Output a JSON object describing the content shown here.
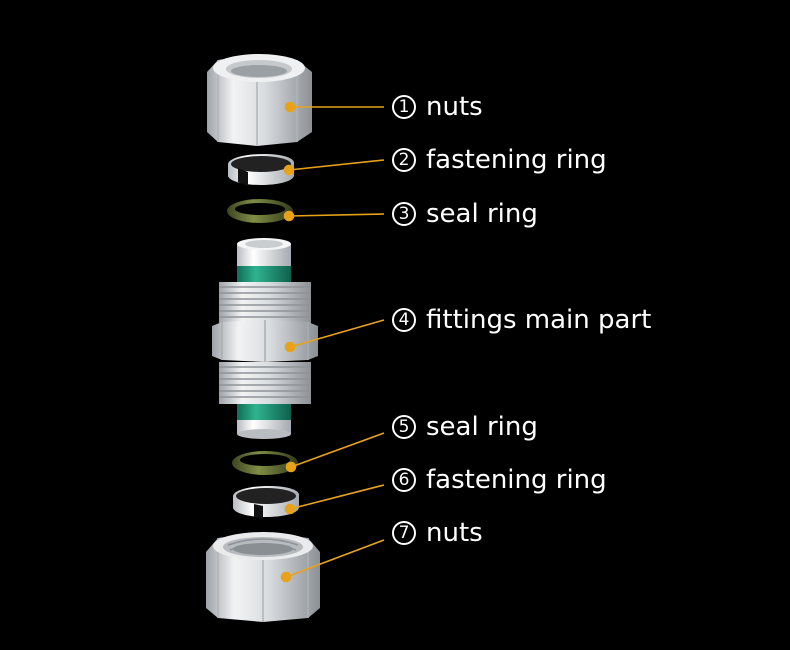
{
  "colors": {
    "background": "#000000",
    "leader_line": "#e8a21a",
    "plastic_white": "#e4e6e8",
    "green_band": "#1e9e7e",
    "seal_olive": "#5f6b32",
    "text": "#ffffff"
  },
  "parts": [
    {
      "id": "1",
      "number": "1",
      "name": "nuts"
    },
    {
      "id": "2",
      "number": "2",
      "name": "fastening ring"
    },
    {
      "id": "3",
      "number": "3",
      "name": "seal ring"
    },
    {
      "id": "4",
      "number": "4",
      "name": "fittings main part"
    },
    {
      "id": "5",
      "number": "5",
      "name": "seal ring"
    },
    {
      "id": "6",
      "number": "6",
      "name": "fastening ring"
    },
    {
      "id": "7",
      "number": "7",
      "name": "nuts"
    }
  ]
}
